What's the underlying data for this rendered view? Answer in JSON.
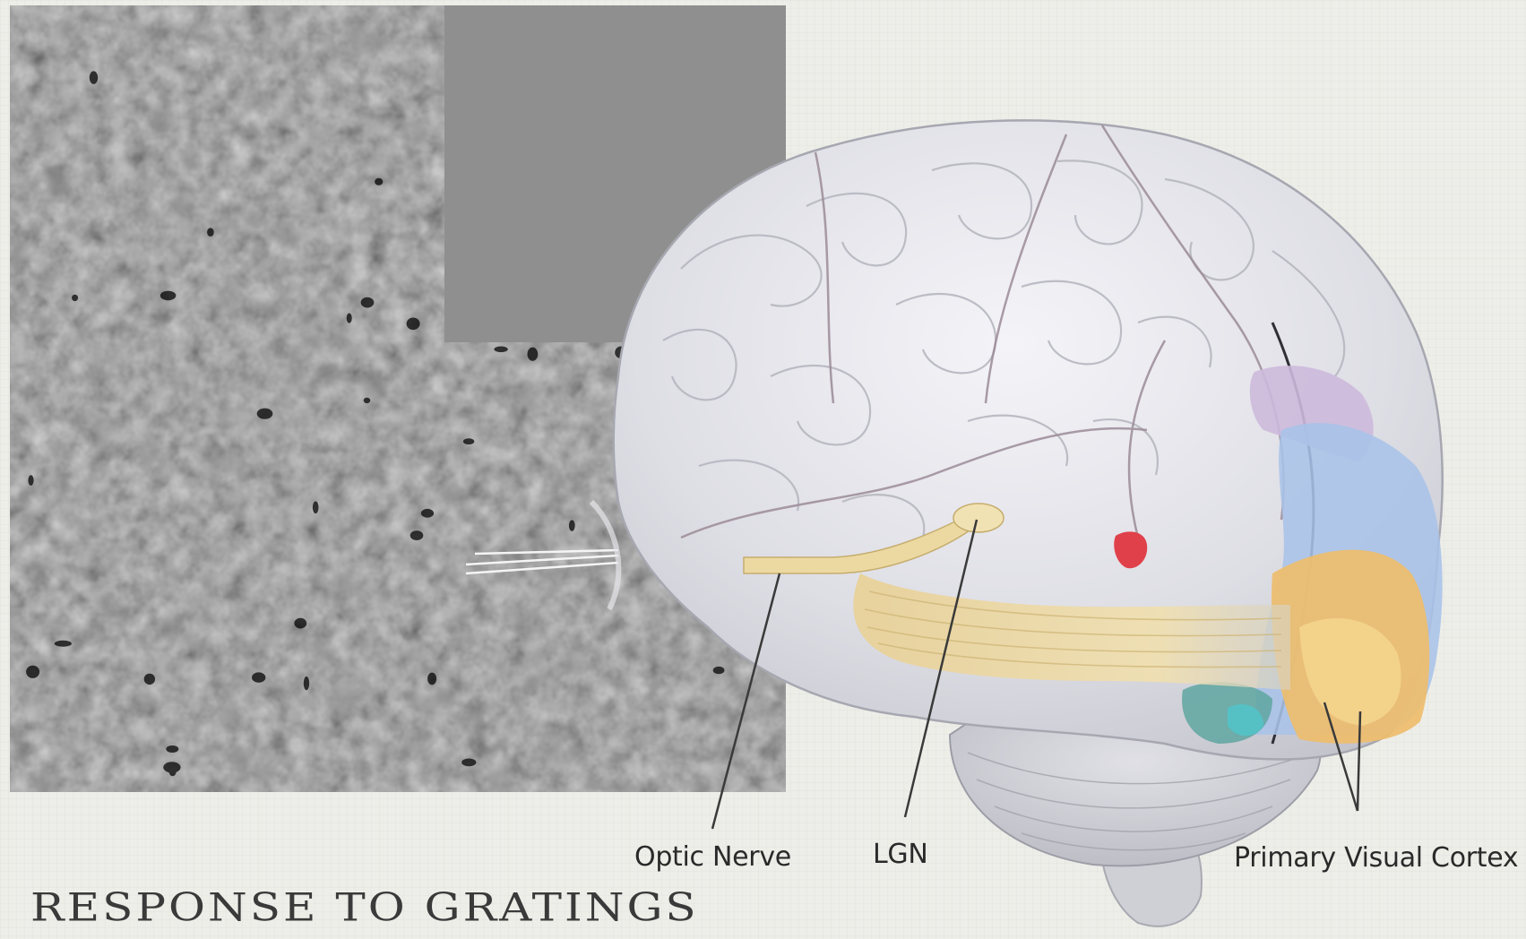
{
  "slide": {
    "title": "RESPONSE TO GRATINGS"
  },
  "stimulus": {
    "gray_square_color": "#8f8f8f"
  },
  "brain_labels": {
    "optic_nerve": "Optic Nerve",
    "lgn": "LGN",
    "primary_visual_cortex": "Primary Visual Cortex"
  },
  "colors": {
    "background": "#eeeee9",
    "brain": "#dcdce2",
    "optic_tract": "#ecd9a2",
    "visual_cortex_orange": "#eebd6c",
    "visual_cortex_blue": "#a8c3e8",
    "visual_cortex_purple": "#cdb9dc",
    "red_spot": "#e0404a"
  }
}
